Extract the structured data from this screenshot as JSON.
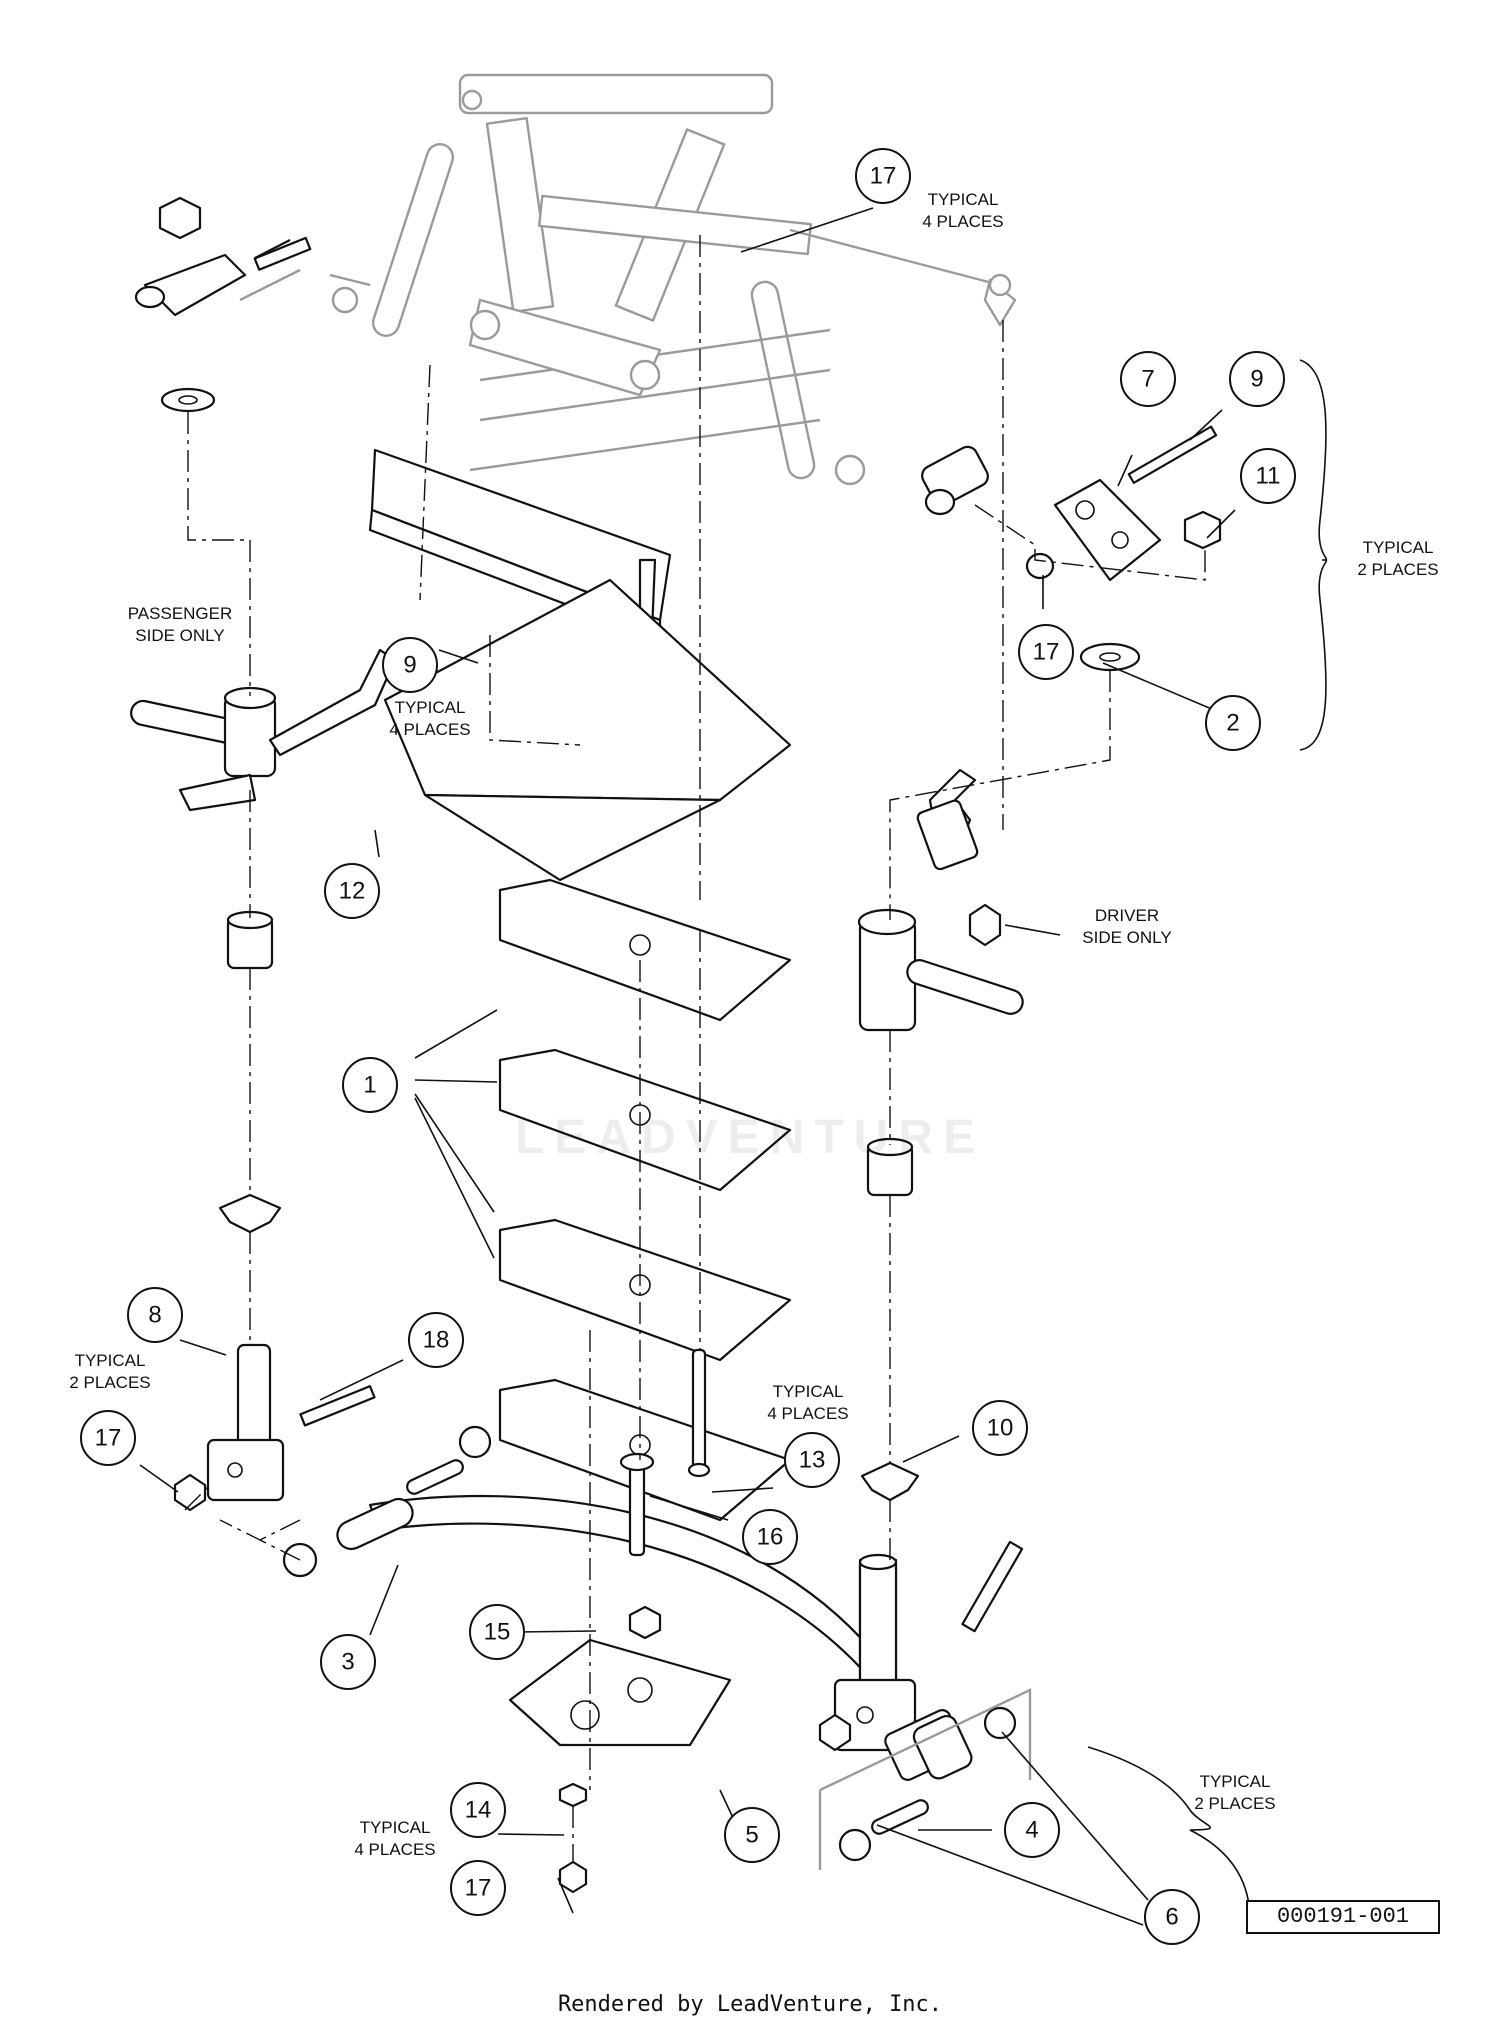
{
  "callouts": [
    {
      "number": "1"
    },
    {
      "number": "2"
    },
    {
      "number": "3"
    },
    {
      "number": "4"
    },
    {
      "number": "5"
    },
    {
      "number": "6"
    },
    {
      "number": "7"
    },
    {
      "number": "8"
    },
    {
      "number": "9"
    },
    {
      "number": "9"
    },
    {
      "number": "10"
    },
    {
      "number": "11"
    },
    {
      "number": "12"
    },
    {
      "number": "13"
    },
    {
      "number": "14"
    },
    {
      "number": "15"
    },
    {
      "number": "16"
    },
    {
      "number": "17"
    },
    {
      "number": "17"
    },
    {
      "number": "17"
    },
    {
      "number": "17"
    },
    {
      "number": "18"
    }
  ],
  "notes": [
    {
      "lines": [
        "TYPICAL",
        "4 PLACES"
      ]
    },
    {
      "lines": [
        "TYPICAL",
        "2 PLACES"
      ]
    },
    {
      "lines": [
        "PASSENGER",
        "SIDE ONLY"
      ]
    },
    {
      "lines": [
        "TYPICAL",
        "4 PLACES"
      ]
    },
    {
      "lines": [
        "DRIVER",
        "SIDE ONLY"
      ]
    },
    {
      "lines": [
        "TYPICAL",
        "2 PLACES"
      ]
    },
    {
      "lines": [
        "TYPICAL",
        "4 PLACES"
      ]
    },
    {
      "lines": [
        "TYPICAL",
        "2 PLACES"
      ]
    },
    {
      "lines": [
        "TYPICAL",
        "4 PLACES"
      ]
    }
  ],
  "reference_number": "000191-001",
  "footer_text": "Rendered by LeadVenture, Inc.",
  "watermark_text": "LEADVENTURE",
  "colors": {
    "line": "#111111",
    "frame": "#9a9a9a",
    "background": "#ffffff"
  }
}
